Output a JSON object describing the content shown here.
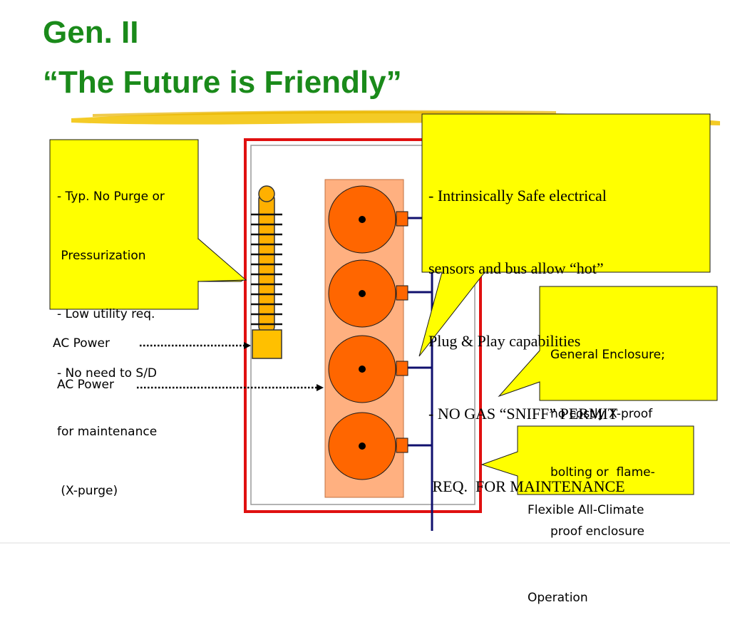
{
  "title": {
    "line1": "Gen. II",
    "line2": "“The Future is Friendly”"
  },
  "callouts": {
    "purge": {
      "lines": [
        "- Typ. No Purge or",
        " Pressurization",
        "- Low utility req.",
        "- No need to S/D",
        "for maintenance",
        " (X-purge)"
      ]
    },
    "intrinsic": {
      "lines": [
        "- Intrinsically Safe electrical",
        "sensors and bus allow “hot”",
        "Plug & Play capabilities",
        "- NO GAS “SNIFF” PERMIT",
        " REQ.  FOR MAINTENANCE"
      ]
    },
    "enclosure": {
      "lines": [
        "General Enclosure;",
        "no costly X-proof",
        "bolting or  flame-",
        "proof enclosure"
      ]
    },
    "climate": {
      "lines": [
        "Flexible All-Climate",
        "Operation"
      ]
    }
  },
  "labels": {
    "ac_power_1": "AC Power",
    "ac_power_2": "AC Power"
  },
  "colors": {
    "title_green": "#1a8a1a",
    "callout_yellow": "#ffff00",
    "enclosure_red": "#e01010",
    "bus_navy": "#10106e",
    "cell_orange": "#ff6600",
    "panel_peach": "#ffb080",
    "column_orange": "#ffb000"
  }
}
